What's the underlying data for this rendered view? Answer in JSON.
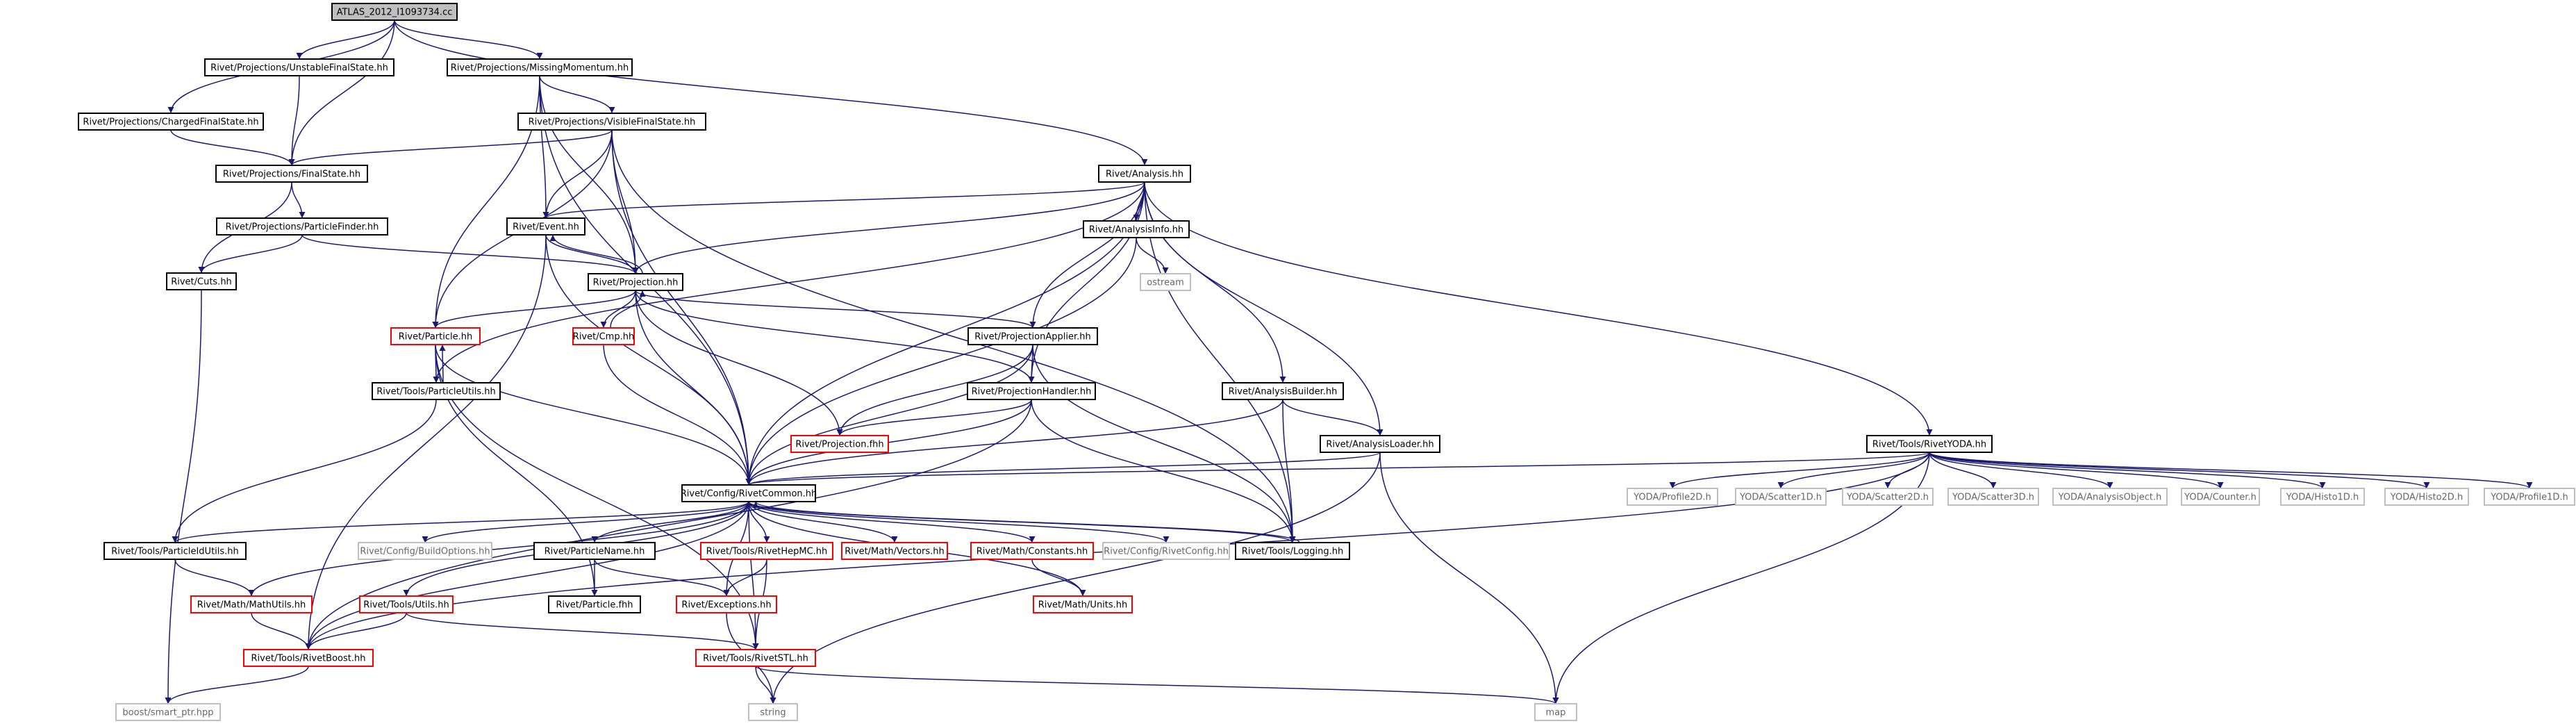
{
  "graph": {
    "colors": {
      "edge": "#191970",
      "border_default": "#000000",
      "border_red": "#ff0000",
      "border_gray": "#bfbfbf",
      "root_fill": "#bfbfbf",
      "node_fill": "#ffffff"
    },
    "nodes": [
      {
        "id": "root",
        "label": "ATLAS_2012_I1093734.cc",
        "style": "root"
      },
      {
        "id": "unstable",
        "label": "Rivet/Projections/UnstableFinalState.hh",
        "style": "black"
      },
      {
        "id": "missing",
        "label": "Rivet/Projections/MissingMomentum.hh",
        "style": "black"
      },
      {
        "id": "charged",
        "label": "Rivet/Projections/ChargedFinalState.hh",
        "style": "black"
      },
      {
        "id": "visible",
        "label": "Rivet/Projections/VisibleFinalState.hh",
        "style": "black"
      },
      {
        "id": "finalstate",
        "label": "Rivet/Projections/FinalState.hh",
        "style": "black"
      },
      {
        "id": "analysis",
        "label": "Rivet/Analysis.hh",
        "style": "black"
      },
      {
        "id": "pfinder",
        "label": "Rivet/Projections/ParticleFinder.hh",
        "style": "black"
      },
      {
        "id": "event",
        "label": "Rivet/Event.hh",
        "style": "black"
      },
      {
        "id": "analysisinfo",
        "label": "Rivet/AnalysisInfo.hh",
        "style": "black"
      },
      {
        "id": "cuts",
        "label": "Rivet/Cuts.hh",
        "style": "black"
      },
      {
        "id": "ostream",
        "label": "ostream",
        "style": "gray"
      },
      {
        "id": "projection",
        "label": "Rivet/Projection.hh",
        "style": "black"
      },
      {
        "id": "particle",
        "label": "Rivet/Particle.hh",
        "style": "red"
      },
      {
        "id": "cmp",
        "label": "Rivet/Cmp.hh",
        "style": "red"
      },
      {
        "id": "projapplier",
        "label": "Rivet/ProjectionApplier.hh",
        "style": "black"
      },
      {
        "id": "particleutils",
        "label": "Rivet/Tools/ParticleUtils.hh",
        "style": "black"
      },
      {
        "id": "projhandler",
        "label": "Rivet/ProjectionHandler.hh",
        "style": "black"
      },
      {
        "id": "analysisbuilder",
        "label": "Rivet/AnalysisBuilder.hh",
        "style": "black"
      },
      {
        "id": "projfhh",
        "label": "Rivet/Projection.fhh",
        "style": "red"
      },
      {
        "id": "analysisloader",
        "label": "Rivet/AnalysisLoader.hh",
        "style": "black"
      },
      {
        "id": "rivetyoda",
        "label": "Rivet/Tools/RivetYODA.hh",
        "style": "black"
      },
      {
        "id": "rivetcommon",
        "label": "Rivet/Config/RivetCommon.hh",
        "style": "black"
      },
      {
        "id": "profile2d",
        "label": "YODA/Profile2D.h",
        "style": "gray"
      },
      {
        "id": "scatter1d",
        "label": "YODA/Scatter1D.h",
        "style": "gray"
      },
      {
        "id": "scatter2d",
        "label": "YODA/Scatter2D.h",
        "style": "gray"
      },
      {
        "id": "scatter3d",
        "label": "YODA/Scatter3D.h",
        "style": "gray"
      },
      {
        "id": "analysisobject",
        "label": "YODA/AnalysisObject.h",
        "style": "gray"
      },
      {
        "id": "counter",
        "label": "YODA/Counter.h",
        "style": "gray"
      },
      {
        "id": "histo1d",
        "label": "YODA/Histo1D.h",
        "style": "gray"
      },
      {
        "id": "histo2d",
        "label": "YODA/Histo2D.h",
        "style": "gray"
      },
      {
        "id": "profile1d",
        "label": "YODA/Profile1D.h",
        "style": "gray"
      },
      {
        "id": "particleidutils",
        "label": "Rivet/Tools/ParticleIdUtils.hh",
        "style": "black"
      },
      {
        "id": "buildoptions",
        "label": "Rivet/Config/BuildOptions.hh",
        "style": "gray"
      },
      {
        "id": "particlename",
        "label": "Rivet/ParticleName.hh",
        "style": "black"
      },
      {
        "id": "hepmc",
        "label": "Rivet/Tools/RivetHepMC.hh",
        "style": "red"
      },
      {
        "id": "vectors",
        "label": "Rivet/Math/Vectors.hh",
        "style": "red"
      },
      {
        "id": "constants",
        "label": "Rivet/Math/Constants.hh",
        "style": "red"
      },
      {
        "id": "rivetconfig",
        "label": "Rivet/Config/RivetConfig.hh",
        "style": "gray"
      },
      {
        "id": "logging",
        "label": "Rivet/Tools/Logging.hh",
        "style": "black"
      },
      {
        "id": "mathutils",
        "label": "Rivet/Math/MathUtils.hh",
        "style": "red"
      },
      {
        "id": "utils",
        "label": "Rivet/Tools/Utils.hh",
        "style": "red"
      },
      {
        "id": "particlefhh",
        "label": "Rivet/Particle.fhh",
        "style": "black"
      },
      {
        "id": "exceptions",
        "label": "Rivet/Exceptions.hh",
        "style": "red"
      },
      {
        "id": "units",
        "label": "Rivet/Math/Units.hh",
        "style": "red"
      },
      {
        "id": "rivetboost",
        "label": "Rivet/Tools/RivetBoost.hh",
        "style": "red"
      },
      {
        "id": "rivetstl",
        "label": "Rivet/Tools/RivetSTL.hh",
        "style": "red"
      },
      {
        "id": "smartptr",
        "label": "boost/smart_ptr.hpp",
        "style": "gray"
      },
      {
        "id": "string",
        "label": "string",
        "style": "gray"
      },
      {
        "id": "map",
        "label": "map",
        "style": "gray"
      }
    ],
    "edges": [
      [
        "root",
        "unstable"
      ],
      [
        "root",
        "missing"
      ],
      [
        "root",
        "charged"
      ],
      [
        "root",
        "finalstate"
      ],
      [
        "root",
        "analysis"
      ],
      [
        "unstable",
        "finalstate"
      ],
      [
        "charged",
        "finalstate"
      ],
      [
        "missing",
        "visible"
      ],
      [
        "missing",
        "event"
      ],
      [
        "missing",
        "projection"
      ],
      [
        "missing",
        "particle"
      ],
      [
        "missing",
        "rivetcommon"
      ],
      [
        "visible",
        "finalstate"
      ],
      [
        "visible",
        "event"
      ],
      [
        "visible",
        "projection"
      ],
      [
        "visible",
        "particle"
      ],
      [
        "visible",
        "rivetcommon"
      ],
      [
        "visible",
        "logging"
      ],
      [
        "finalstate",
        "pfinder"
      ],
      [
        "finalstate",
        "cuts"
      ],
      [
        "pfinder",
        "cuts"
      ],
      [
        "pfinder",
        "projection"
      ],
      [
        "cuts",
        "smartptr"
      ],
      [
        "analysis",
        "event"
      ],
      [
        "analysis",
        "projection"
      ],
      [
        "analysis",
        "analysisinfo"
      ],
      [
        "analysis",
        "projapplier"
      ],
      [
        "analysis",
        "projhandler"
      ],
      [
        "analysis",
        "analysisbuilder"
      ],
      [
        "analysis",
        "analysisloader"
      ],
      [
        "analysis",
        "rivetyoda"
      ],
      [
        "analysis",
        "rivetcommon"
      ],
      [
        "analysis",
        "logging"
      ],
      [
        "analysis",
        "particleutils"
      ],
      [
        "analysisinfo",
        "ostream"
      ],
      [
        "analysisinfo",
        "rivetcommon"
      ],
      [
        "event",
        "projection"
      ],
      [
        "event",
        "rivetcommon"
      ],
      [
        "event",
        "rivetboost"
      ],
      [
        "projection",
        "event"
      ],
      [
        "projection",
        "particle"
      ],
      [
        "projection",
        "cmp"
      ],
      [
        "projection",
        "projapplier"
      ],
      [
        "projection",
        "projhandler"
      ],
      [
        "projection",
        "projfhh"
      ],
      [
        "projection",
        "rivetcommon"
      ],
      [
        "cmp",
        "projection"
      ],
      [
        "cmp",
        "rivetcommon"
      ],
      [
        "particle",
        "particleutils"
      ],
      [
        "particle",
        "rivetcommon"
      ],
      [
        "particle",
        "particlefhh"
      ],
      [
        "particle",
        "rivetstl"
      ],
      [
        "particleutils",
        "particle"
      ],
      [
        "particleutils",
        "particleidutils"
      ],
      [
        "projapplier",
        "projhandler"
      ],
      [
        "projapplier",
        "projfhh"
      ],
      [
        "projapplier",
        "rivetcommon"
      ],
      [
        "projapplier",
        "logging"
      ],
      [
        "projhandler",
        "projfhh"
      ],
      [
        "projhandler",
        "rivetcommon"
      ],
      [
        "projhandler",
        "logging"
      ],
      [
        "projhandler",
        "rivetboost"
      ],
      [
        "analysisbuilder",
        "analysisloader"
      ],
      [
        "analysisbuilder",
        "rivetcommon"
      ],
      [
        "analysisbuilder",
        "logging"
      ],
      [
        "analysisloader",
        "rivetcommon"
      ],
      [
        "analysisloader",
        "map"
      ],
      [
        "analysisloader",
        "string"
      ],
      [
        "rivetyoda",
        "rivetcommon"
      ],
      [
        "rivetyoda",
        "profile2d"
      ],
      [
        "rivetyoda",
        "scatter1d"
      ],
      [
        "rivetyoda",
        "scatter2d"
      ],
      [
        "rivetyoda",
        "scatter3d"
      ],
      [
        "rivetyoda",
        "analysisobject"
      ],
      [
        "rivetyoda",
        "counter"
      ],
      [
        "rivetyoda",
        "histo1d"
      ],
      [
        "rivetyoda",
        "histo2d"
      ],
      [
        "rivetyoda",
        "profile1d"
      ],
      [
        "rivetyoda",
        "rivetboost"
      ],
      [
        "rivetyoda",
        "map"
      ],
      [
        "rivetcommon",
        "particleidutils"
      ],
      [
        "rivetcommon",
        "buildoptions"
      ],
      [
        "rivetcommon",
        "particlename"
      ],
      [
        "rivetcommon",
        "hepmc"
      ],
      [
        "rivetcommon",
        "vectors"
      ],
      [
        "rivetcommon",
        "constants"
      ],
      [
        "rivetcommon",
        "rivetconfig"
      ],
      [
        "rivetcommon",
        "logging"
      ],
      [
        "rivetcommon",
        "mathutils"
      ],
      [
        "rivetcommon",
        "utils"
      ],
      [
        "rivetcommon",
        "exceptions"
      ],
      [
        "rivetcommon",
        "units"
      ],
      [
        "rivetcommon",
        "rivetboost"
      ],
      [
        "rivetcommon",
        "rivetstl"
      ],
      [
        "logging",
        "rivetcommon"
      ],
      [
        "particleidutils",
        "mathutils"
      ],
      [
        "particlename",
        "particlefhh"
      ],
      [
        "particlename",
        "exceptions"
      ],
      [
        "hepmc",
        "exceptions"
      ],
      [
        "hepmc",
        "rivetstl"
      ],
      [
        "constants",
        "units"
      ],
      [
        "mathutils",
        "rivetboost"
      ],
      [
        "utils",
        "rivetboost"
      ],
      [
        "utils",
        "rivetstl"
      ],
      [
        "exceptions",
        "string"
      ],
      [
        "rivetboost",
        "smartptr"
      ],
      [
        "rivetstl",
        "string"
      ],
      [
        "rivetstl",
        "map"
      ]
    ]
  }
}
